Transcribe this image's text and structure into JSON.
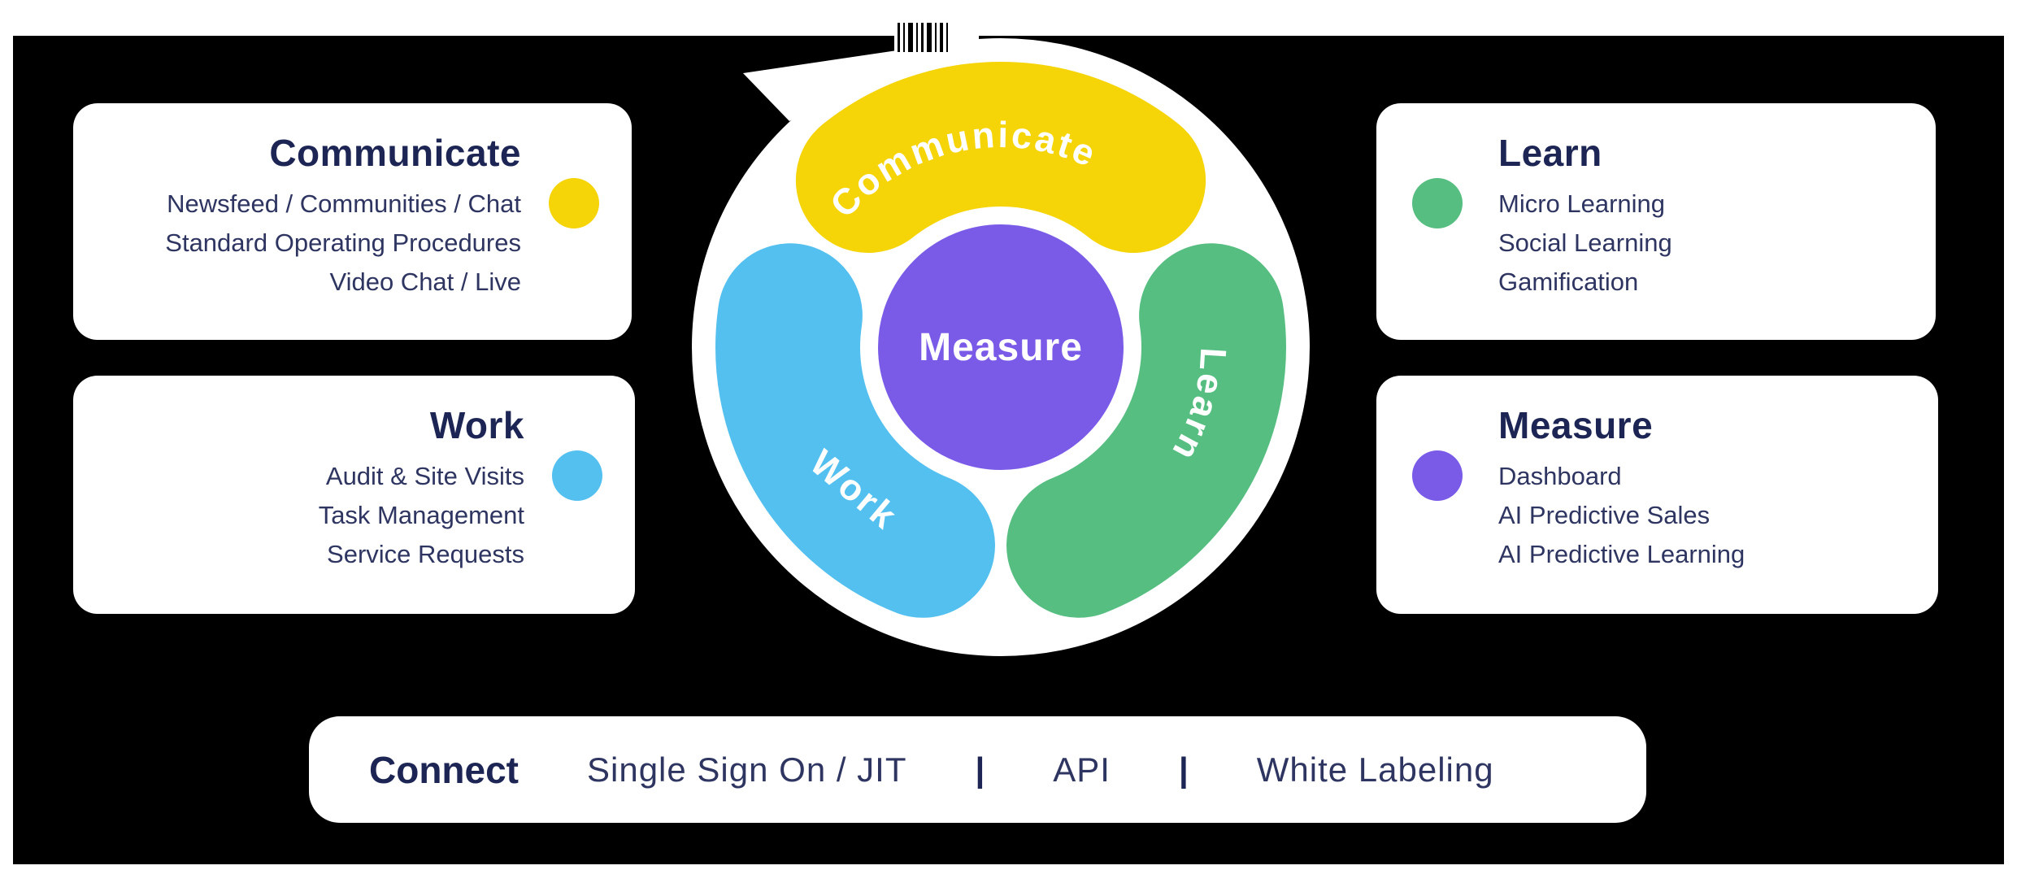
{
  "colors": {
    "background": "#000000",
    "card_background": "#ffffff",
    "title_text": "#1C2553",
    "body_text": "#2E3561",
    "yellow": "#F5D408",
    "green": "#57BE82",
    "blue": "#54C0F0",
    "purple": "#7A5BE8"
  },
  "diagram": {
    "center": {
      "label": "Measure",
      "color": "#7A5BE8"
    },
    "segments": [
      {
        "label": "Communicate",
        "color": "#F5D408"
      },
      {
        "label": "Learn",
        "color": "#57BE82"
      },
      {
        "label": "Work",
        "color": "#54C0F0"
      }
    ]
  },
  "cards": {
    "communicate": {
      "title": "Communicate",
      "dot_color": "#F5D408",
      "lines": [
        "Newsfeed / Communities / Chat",
        "Standard Operating Procedures",
        "Video Chat / Live"
      ]
    },
    "work": {
      "title": "Work",
      "dot_color": "#54C0F0",
      "lines": [
        "Audit & Site Visits",
        "Task Management",
        "Service Requests"
      ]
    },
    "learn": {
      "title": "Learn",
      "dot_color": "#57BE82",
      "lines": [
        "Micro Learning",
        "Social Learning",
        "Gamification"
      ]
    },
    "measure": {
      "title": "Measure",
      "dot_color": "#7A5BE8",
      "lines": [
        "Dashboard",
        "AI Predictive Sales",
        "AI Predictive Learning"
      ]
    }
  },
  "connect": {
    "title": "Connect",
    "items": [
      "Single Sign On / JIT",
      "API",
      "White Labeling"
    ],
    "separator": "|"
  }
}
